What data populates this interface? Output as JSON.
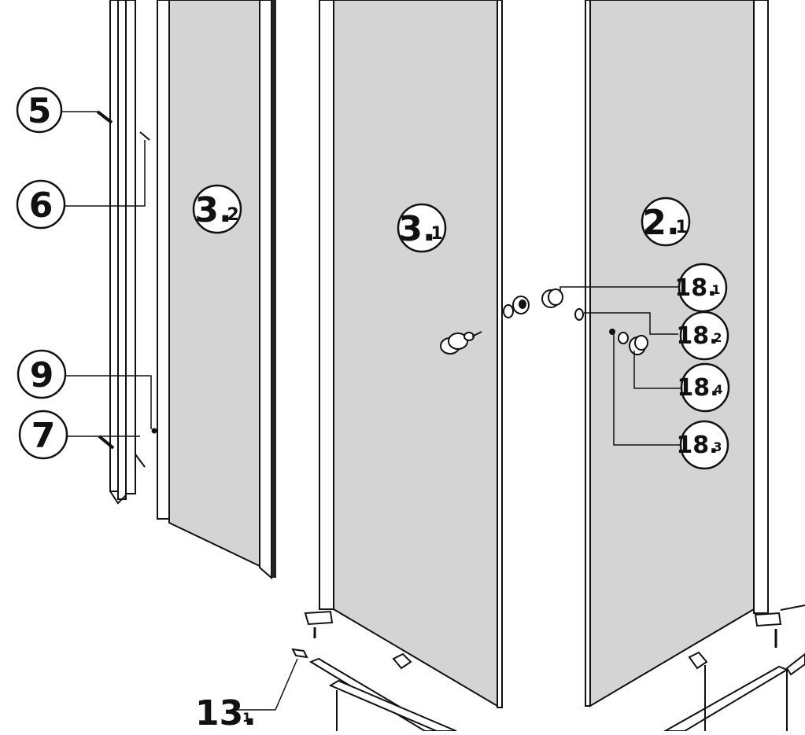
{
  "callouts": {
    "c5": {
      "main": "5",
      "sub": ""
    },
    "c6": {
      "main": "6",
      "sub": ""
    },
    "c9": {
      "main": "9",
      "sub": ""
    },
    "c7": {
      "main": "7",
      "sub": ""
    },
    "c32": {
      "main": "3.",
      "sub": "2"
    },
    "c31": {
      "main": "3.",
      "sub": "1"
    },
    "c21": {
      "main": "2.",
      "sub": "1"
    },
    "c181": {
      "main": "18.",
      "sub": "1"
    },
    "c182": {
      "main": "18.",
      "sub": "2"
    },
    "c184": {
      "main": "18.",
      "sub": "4"
    },
    "c183": {
      "main": "18.",
      "sub": "3"
    },
    "c131": {
      "main": "13.",
      "sub": "1"
    }
  },
  "colors": {
    "glass": "#d4d4d4",
    "frame": "#ffffff",
    "line": "#111111",
    "background": "#ffffff"
  }
}
